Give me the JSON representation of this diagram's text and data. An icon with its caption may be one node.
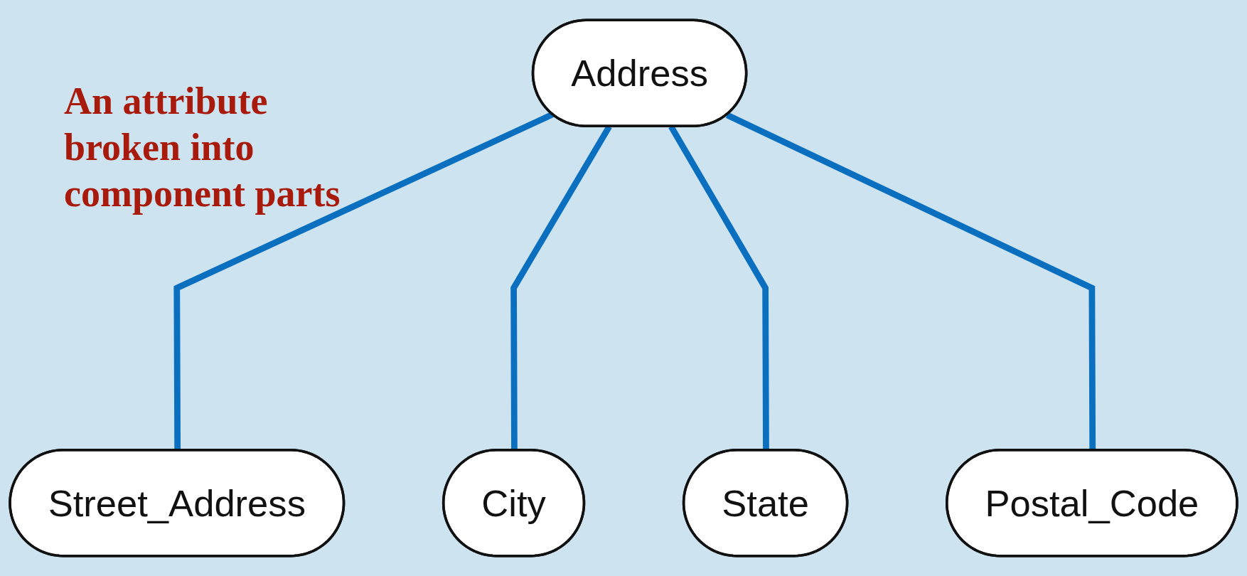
{
  "diagram": {
    "nodes": [
      {
        "text": [
          "Address"
        ]
      },
      {
        "text": [
          "Street_Address"
        ]
      },
      {
        "text": [
          "City"
        ]
      },
      {
        "text": [
          "State"
        ]
      },
      {
        "text": [
          "Postal_Code"
        ]
      }
    ],
    "edges": [
      {
        "from": 0,
        "to": 1,
        "arrow": "none"
      },
      {
        "from": 0,
        "to": 2,
        "arrow": "none"
      },
      {
        "from": 0,
        "to": 3,
        "arrow": "none"
      },
      {
        "from": 0,
        "to": 4,
        "arrow": "none"
      }
    ],
    "labels": [
      "An attribute broken into component parts"
    ]
  }
}
